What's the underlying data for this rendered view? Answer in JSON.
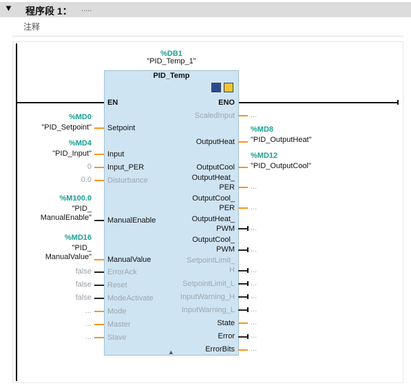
{
  "segment": {
    "arrow": "▼",
    "title": "程序段 1：",
    "dots": ".....",
    "comment": "注释"
  },
  "instance_db": {
    "address": "%DB1",
    "name": "\"PID_Temp_1\""
  },
  "block": {
    "name": "PID_Temp",
    "collapse": "▲",
    "en": "EN",
    "eno": "ENO"
  },
  "inputs": [
    {
      "label": "Setpoint",
      "actual_addr": "%MD0",
      "actual_name": "\"PID_Setpoint\""
    },
    {
      "label": "Input",
      "actual_addr": "%MD4",
      "actual_name": "\"PID_Input\""
    },
    {
      "label": "Input_PER",
      "actual": "0"
    },
    {
      "label": "Disturbance",
      "actual": "0.0"
    },
    {
      "label": "ManualEnable",
      "actual_addr": "%M100.0",
      "actual_name1": "\"PID_",
      "actual_name2": "ManualEnable\""
    },
    {
      "label": "ManualValue",
      "actual_addr": "%MD16",
      "actual_name1": "\"PID_",
      "actual_name2": "ManualValue\""
    },
    {
      "label": "ErrorAck",
      "actual": "false"
    },
    {
      "label": "Reset",
      "actual": "false"
    },
    {
      "label": "ModeActivate",
      "actual": "false"
    },
    {
      "label": "Mode",
      "actual": "..."
    },
    {
      "label": "Master",
      "actual": "..."
    },
    {
      "label": "Slave",
      "actual": "..."
    }
  ],
  "outputs": [
    {
      "label": "ScaledInput",
      "actual": "..."
    },
    {
      "label": "OutputHeat",
      "actual_addr": "%MD8",
      "actual_name": "\"PID_OutputHeat\""
    },
    {
      "label": "OutputCool",
      "actual_addr": "%MD12",
      "actual_name": "\"PID_OutputCool\""
    },
    {
      "label1": "OutputHeat_",
      "label2": "PER",
      "actual": "..."
    },
    {
      "label1": "OutputCool_",
      "label2": "PER",
      "actual": "..."
    },
    {
      "label1": "OutputHeat_",
      "label2": "PWM",
      "actual": "..."
    },
    {
      "label1": "OutputCool_",
      "label2": "PWM",
      "actual": "..."
    },
    {
      "label1": "SetpointLimit_",
      "label2": "H",
      "actual": "..."
    },
    {
      "label": "SetpointLimit_L",
      "actual": "..."
    },
    {
      "label": "InputWarning_H",
      "actual": "..."
    },
    {
      "label": "InputWarning_L",
      "actual": "..."
    },
    {
      "label": "State",
      "actual": "..."
    },
    {
      "label": "Error",
      "actual": "..."
    },
    {
      "label": "ErrorBits",
      "actual": "..."
    }
  ],
  "colors": {
    "block_fill": "#cfe4f2",
    "address": "#1a9f92",
    "wire_data": "#f7941d",
    "wire_bool": "#222222",
    "header_bg": "#dcdcdc"
  }
}
